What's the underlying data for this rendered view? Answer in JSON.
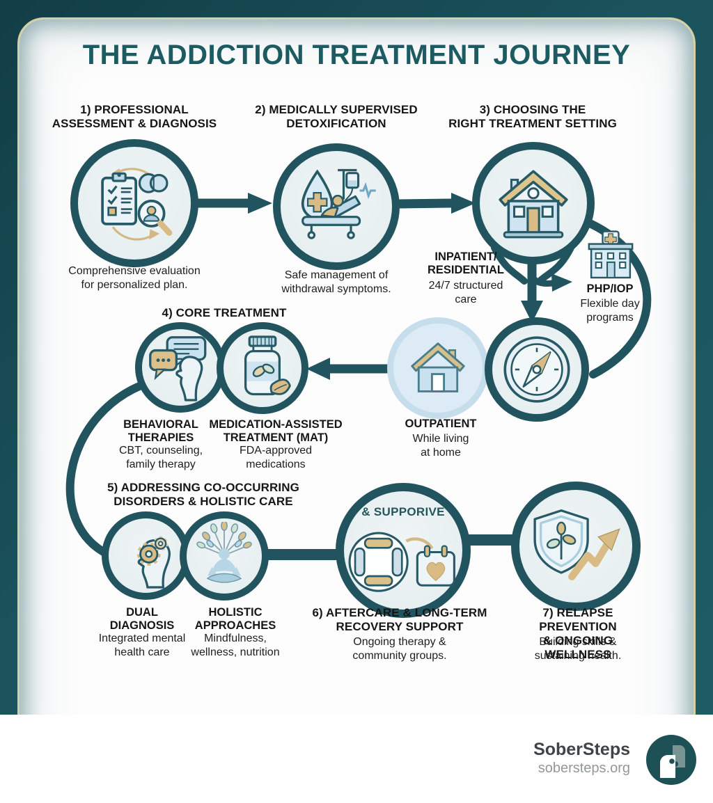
{
  "title": "THE ADDICTION TREATMENT JOURNEY",
  "step1": {
    "heading": "1) PROFESSIONAL\nASSESSMENT & DIAGNOSIS",
    "caption": "Comprehensive evaluation\nfor personalized plan."
  },
  "step2": {
    "heading": "2) MEDICALLY SUPERVISED\nDETOXIFICATION",
    "caption": "Safe management of\nwithdrawal symptoms."
  },
  "step3": {
    "heading": "3) CHOOSING THE\nRIGHT TREATMENT SETTING",
    "inpatient_label": "INPATIENT/\nRESIDENTIAL",
    "inpatient_desc": "24/7 structured\ncare",
    "phpiop_label": "PHP/IOP",
    "phpiop_desc": "Flexible day\nprograms",
    "outpatient_label": "OUTPATIENT",
    "outpatient_desc": "While living\nat home"
  },
  "step4": {
    "heading": "4) CORE TREATMENT",
    "behavioral_label": "BEHAVIORAL\nTHERAPIES",
    "behavioral_desc": "CBT, counseling,\nfamily therapy",
    "mat_label": "MEDICATION-ASSISTED\nTREATMENT (MAT)",
    "mat_desc": "FDA-approved\nmedications"
  },
  "step5": {
    "heading": "5) ADDRESSING CO-OCCURRING\nDISORDERS & HOLISTIC CARE",
    "dual_label": "DUAL\nDIAGNOSIS",
    "dual_desc": "Integrated mental\nhealth care",
    "holistic_label": "HOLISTIC\nAPPROACHES",
    "holistic_desc": "Mindfulness,\nwellness, nutrition"
  },
  "step6": {
    "bubble_text": "& SUPPORIVE",
    "heading": "6) AFTERCARE & LONG-TERM\nRECOVERY SUPPORT",
    "caption": "Ongoing therapy &\ncommunity groups."
  },
  "step7": {
    "heading": "7) RELAPSE PREVENTION\n& ONGOING WELLNESS",
    "caption": "Building skills &\nsustaining health."
  },
  "footer": {
    "brand": "SoberSteps",
    "url": "sobersteps.org"
  },
  "colors": {
    "frame_teal": "#1b525c",
    "ring_teal": "#21545e",
    "title_teal": "#1d5b63",
    "cream_border": "#d5cfa5",
    "tan": "#d9bc85",
    "light_blue": "#cfe4f0",
    "pale_fill": "#e9f1f2",
    "text_black": "#161616",
    "brand_gray": "#3f4449",
    "url_gray": "#91989e"
  },
  "icons": {
    "step1": "clipboard-brain-magnifier-icon",
    "step2": "detox-hospital-bed-icon",
    "step3": "house-icon",
    "phpiop": "hospital-building-icon",
    "behavioral": "chat-bubbles-profile-icon",
    "mat": "pill-bottle-leaves-icon",
    "outpatient": "home-icon",
    "compass": "compass-icon",
    "dual": "head-gears-icon",
    "holistic": "meditation-tree-icon",
    "aftercare": "hands-calendar-heart-icon",
    "relapse": "shield-growth-arrow-icon",
    "logo": "sobersteps-logo-icon"
  }
}
